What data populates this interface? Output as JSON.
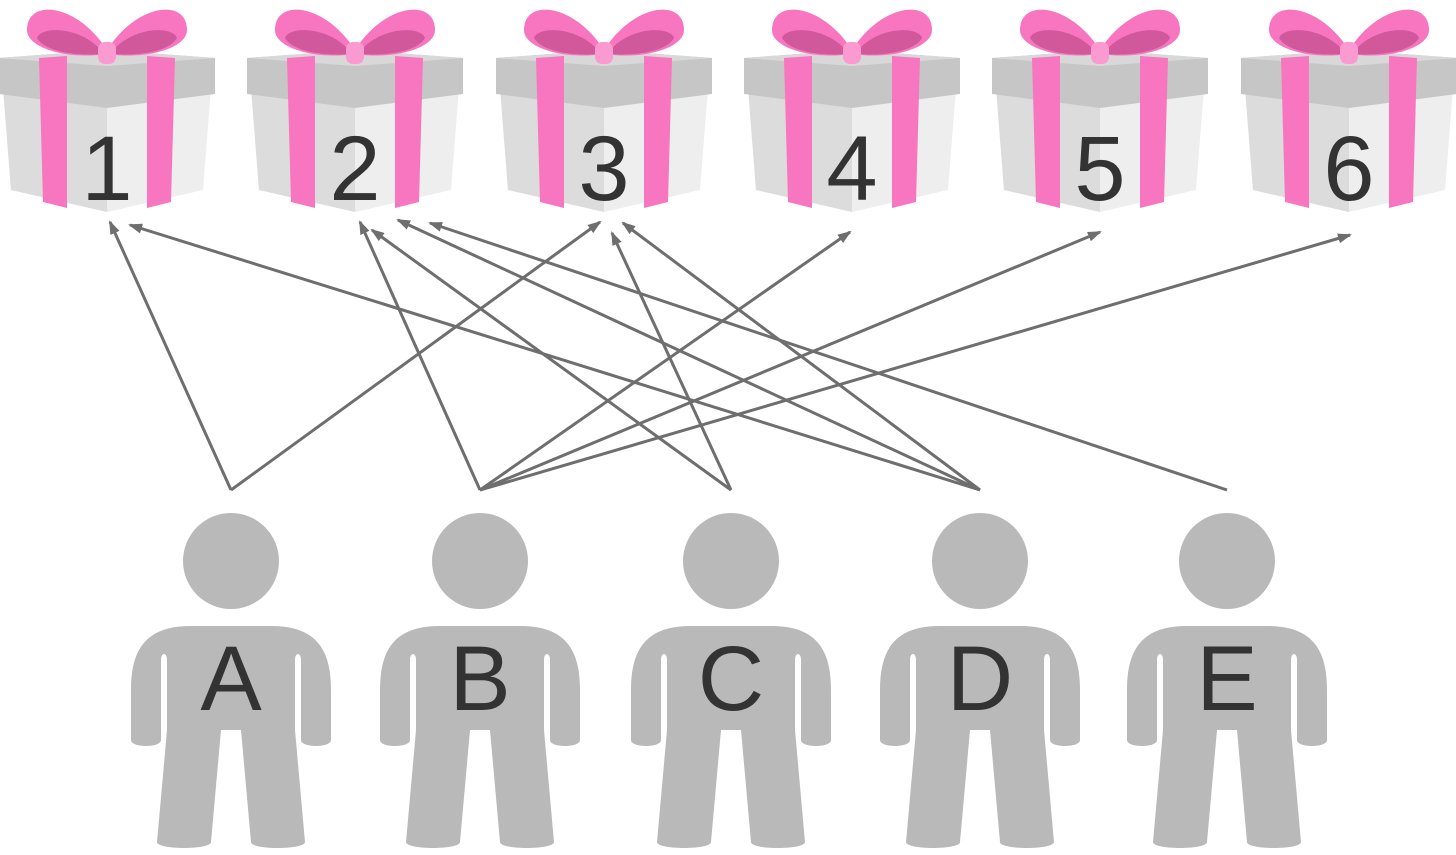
{
  "gifts": [
    {
      "id": "g1",
      "label": "1"
    },
    {
      "id": "g2",
      "label": "2"
    },
    {
      "id": "g3",
      "label": "3"
    },
    {
      "id": "g4",
      "label": "4"
    },
    {
      "id": "g5",
      "label": "5"
    },
    {
      "id": "g6",
      "label": "6"
    }
  ],
  "people": [
    {
      "id": "A",
      "label": "A"
    },
    {
      "id": "B",
      "label": "B"
    },
    {
      "id": "C",
      "label": "C"
    },
    {
      "id": "D",
      "label": "D"
    },
    {
      "id": "E",
      "label": "E"
    }
  ],
  "edges": [
    {
      "from": "A",
      "to": "g1"
    },
    {
      "from": "A",
      "to": "g3"
    },
    {
      "from": "B",
      "to": "g2"
    },
    {
      "from": "B",
      "to": "g4"
    },
    {
      "from": "B",
      "to": "g5"
    },
    {
      "from": "B",
      "to": "g6"
    },
    {
      "from": "C",
      "to": "g2"
    },
    {
      "from": "C",
      "to": "g3"
    },
    {
      "from": "D",
      "to": "g1"
    },
    {
      "from": "D",
      "to": "g2"
    },
    {
      "from": "D",
      "to": "g3"
    },
    {
      "from": "E",
      "to": "g2"
    }
  ],
  "colors": {
    "ribbon": "#f875bf",
    "bow_dark": "#d0589b",
    "box_light": "#eeeeee",
    "box_mid": "#dcdcdc",
    "box_lid": "#c6c6c6",
    "person": "#b9b9b9",
    "arrow": "#6e6e6e",
    "text": "#333333"
  }
}
